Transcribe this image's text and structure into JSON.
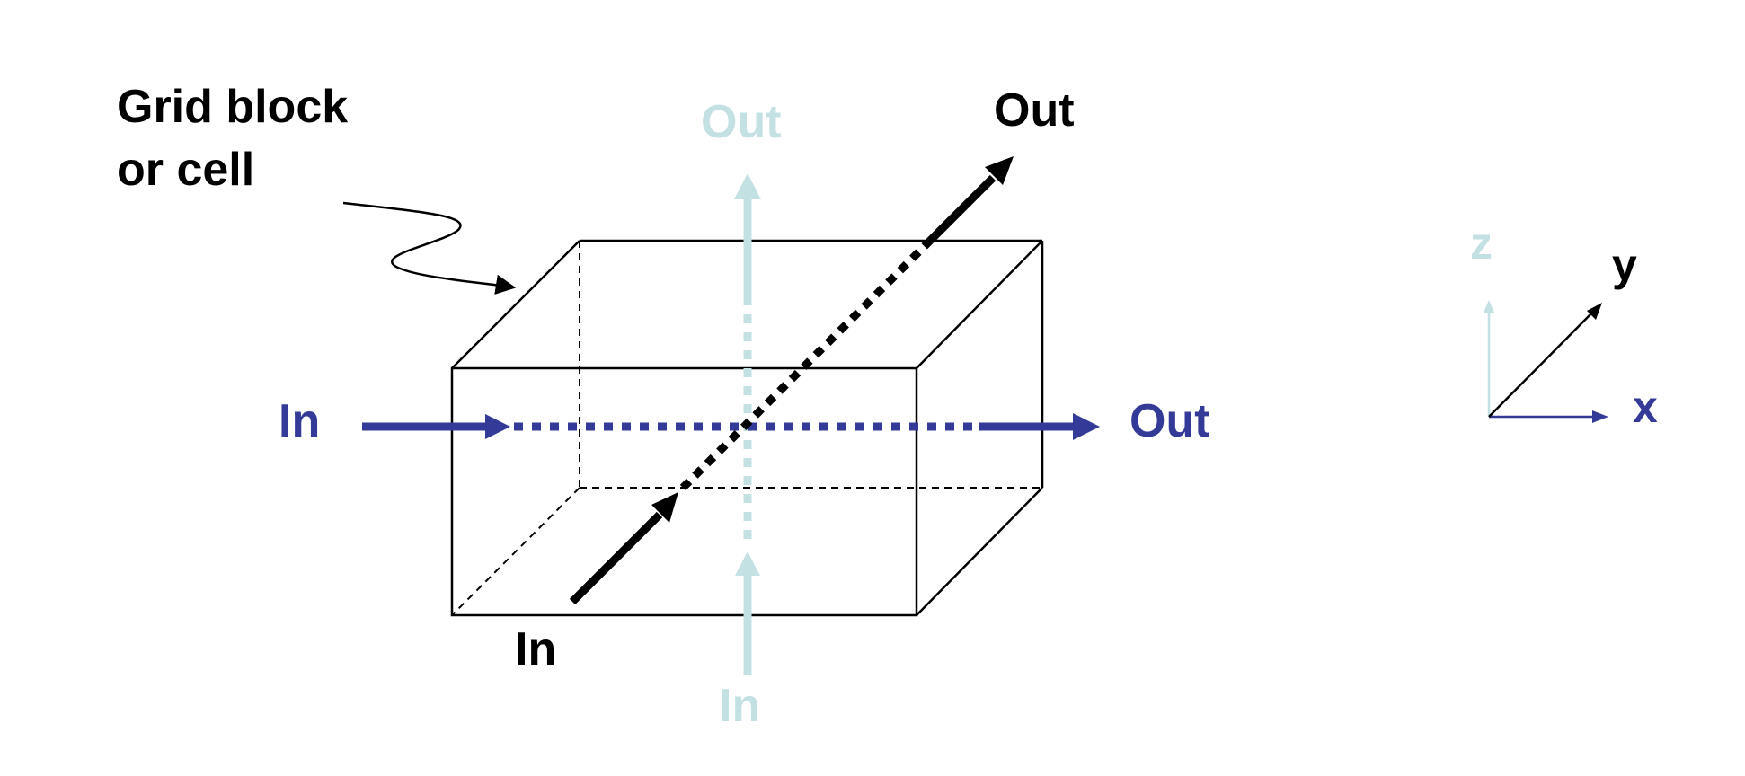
{
  "colors": {
    "x_flow": "#343a97",
    "y_flow": "#000000",
    "z_flow": "#c3e0e3",
    "box_edge": "#000000"
  },
  "cell_label": {
    "line1": "Grid block",
    "line2": "or cell"
  },
  "flows": {
    "x": {
      "in": "In",
      "out": "Out"
    },
    "y": {
      "in": "In",
      "out": "Out"
    },
    "z": {
      "in": "In",
      "out": "Out"
    }
  },
  "axes": {
    "x": "x",
    "y": "y",
    "z": "z"
  }
}
